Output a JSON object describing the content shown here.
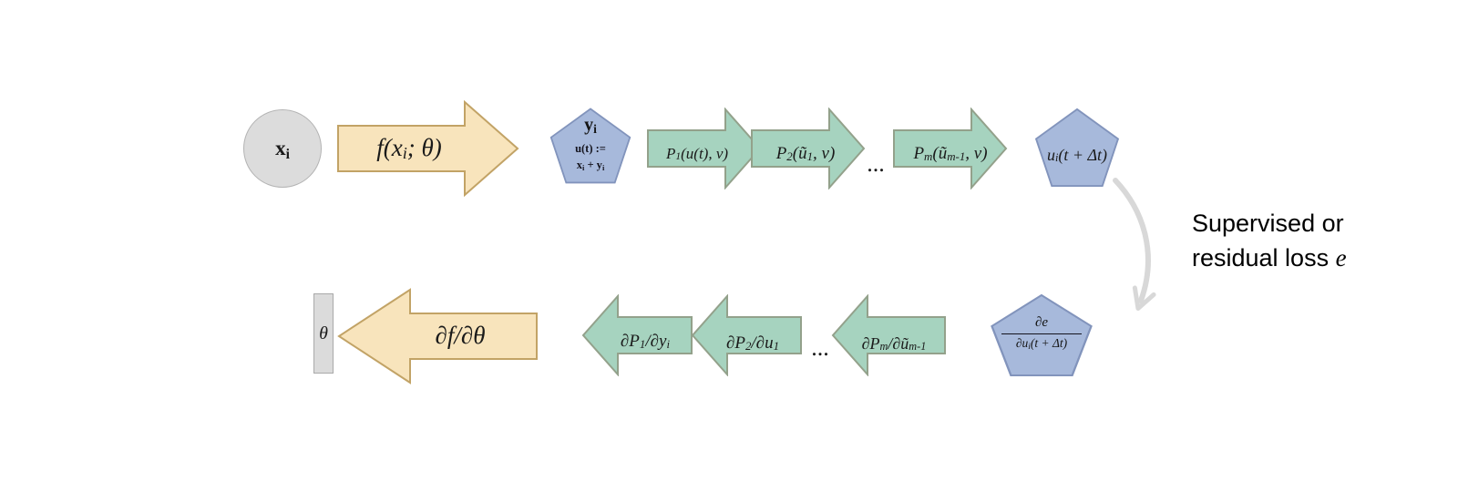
{
  "diagram": {
    "forward_pass": {
      "input_label": "x_{i}",
      "f_arrow_label": "f(x_{i}; θ)",
      "y_node": {
        "title": "y_{i}",
        "def_line1": "u(t) :=",
        "def_line2": "x_{i} + y_{i}"
      },
      "p1_arrow_label": "P_{1}(u(t), ν)",
      "p2_arrow_label": "P_{2}(ũ_{1}, ν)",
      "ellipsis": "...",
      "pm_arrow_label": "P_{m}(ũ_{m-1}, ν)",
      "output_node_label": "u_{i}(t + Δt)"
    },
    "loss_annotation": {
      "line1": "Supervised or",
      "line2_text": "residual loss",
      "line2_symbol": "e"
    },
    "backward_pass": {
      "grad_node": {
        "numerator": "∂e",
        "denominator": "∂u_{i}(t + Δt)"
      },
      "gpm_arrow_label": "∂P_{m}/∂ũ_{m-1}",
      "ellipsis": "...",
      "gp2_arrow_label": "∂P_{2}/∂u_{1}",
      "gp1_arrow_label": "∂P_{1}/∂y_{i}",
      "gf_arrow_label": "∂f/∂θ",
      "theta_node_label": "θ"
    },
    "colors": {
      "arrow_yellow_fill": "#F8E4BC",
      "arrow_yellow_stroke": "#C2A366",
      "arrow_green_fill": "#A6D3BF",
      "arrow_green_stroke": "#93A18B",
      "node_blue_fill": "#A7B9DB",
      "node_blue_stroke": "#8294BC",
      "node_gray_fill": "#DBDBDB",
      "node_gray_stroke": "#ACACAC",
      "loss_arrow_gray": "#D8D8D8"
    }
  }
}
